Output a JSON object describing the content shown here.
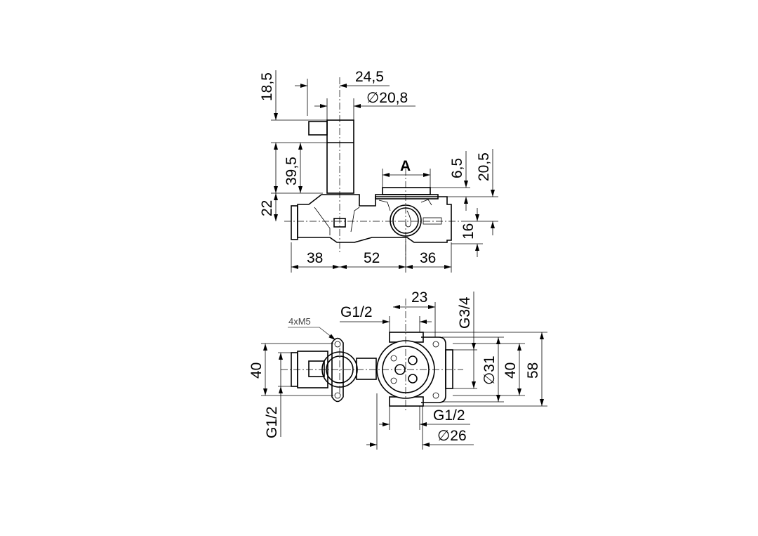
{
  "side_view": {
    "dims": {
      "d18_5": "18,5",
      "d24_5": "24,5",
      "d20_8": "∅20,8",
      "d39_5": "39,5",
      "d22": "22",
      "a": "A",
      "d6_5": "6,5",
      "d20_5": "20,5",
      "d16": "16",
      "d38": "38",
      "d52": "52",
      "d36": "36"
    }
  },
  "top_view": {
    "dims": {
      "d23": "23",
      "g12_top": "G1/2",
      "g34": "G3/4",
      "m5": "4xM5",
      "d40_left": "40",
      "g12_left": "G1/2",
      "d31": "∅31",
      "d40_right": "40",
      "d58": "58",
      "g12_bottom": "G1/2",
      "d26": "∅26"
    }
  },
  "colors": {
    "line": "#000000",
    "background": "#ffffff"
  }
}
